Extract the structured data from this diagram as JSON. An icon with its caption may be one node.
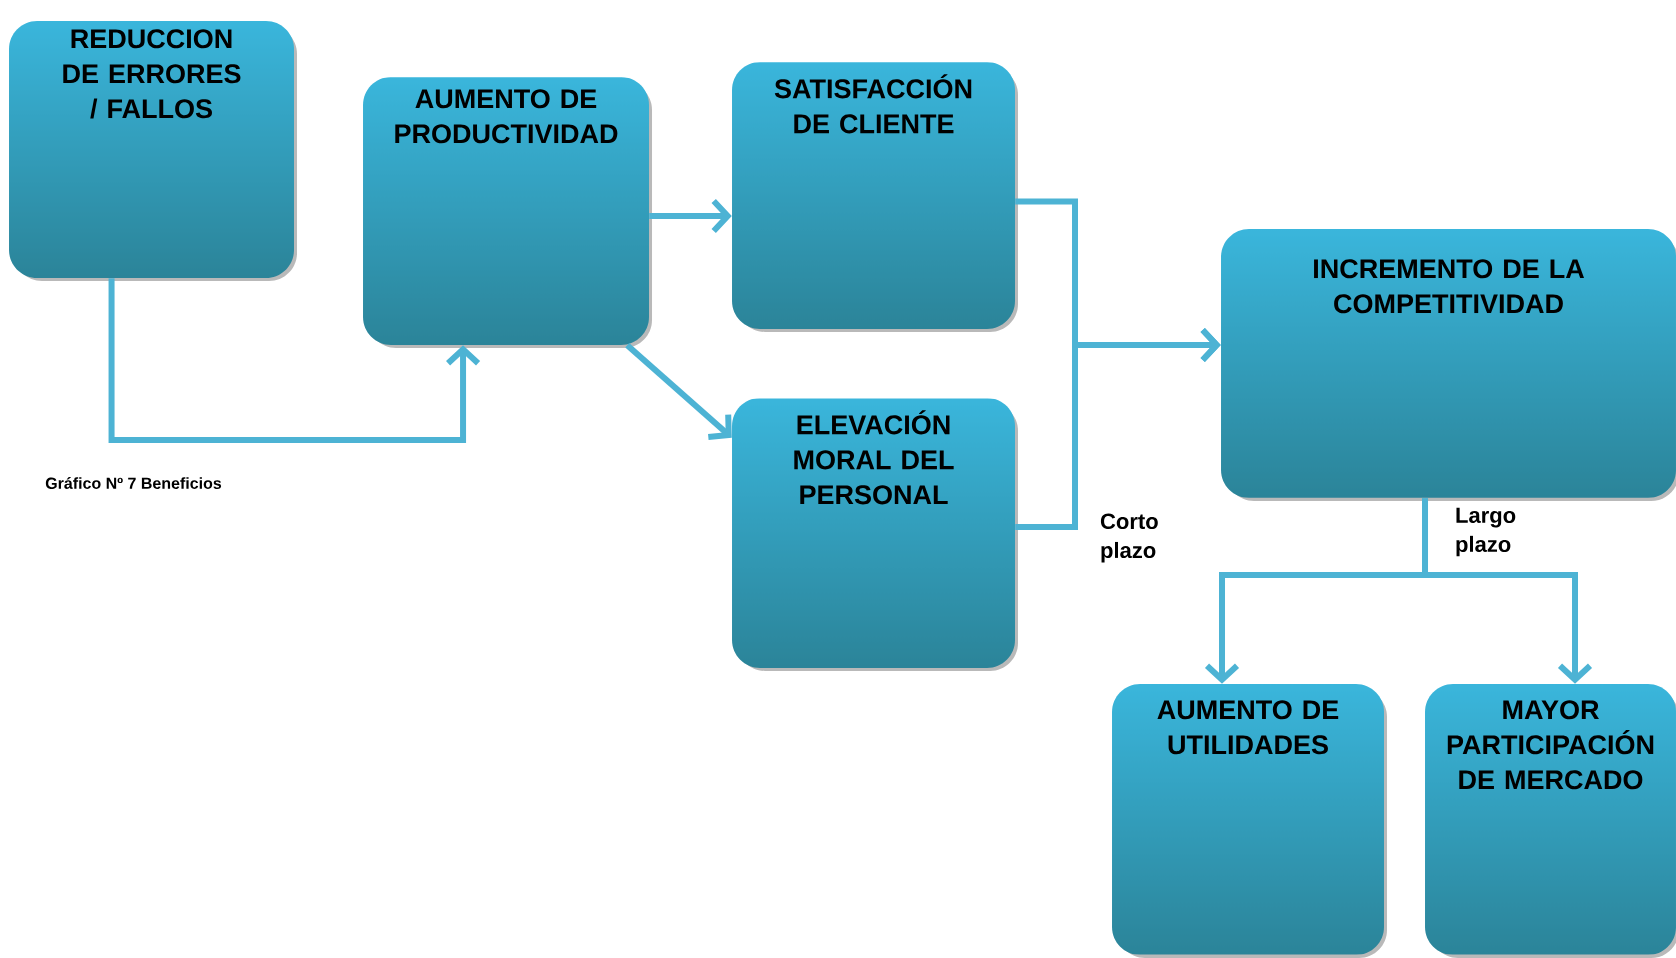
{
  "diagram": {
    "nodes": [
      {
        "text": [
          "REDUCCION DE ERRORES / FALLOS"
        ]
      },
      {
        "text": [
          "AUMENTO DE PRODUCTIVIDAD"
        ]
      },
      {
        "text": [
          "SATISFACCIÓN DE CLIENTE"
        ]
      },
      {
        "text": [
          "ELEVACIÓN MORAL DEL PERSONAL"
        ]
      },
      {
        "text": [
          "INCREMENTO DE LA COMPETITIVIDAD"
        ]
      },
      {
        "text": [
          "AUMENTO DE UTILIDADES"
        ]
      },
      {
        "text": [
          "MAYOR PARTICIPACIÓN DE MERCADO"
        ]
      }
    ],
    "edges": [
      {
        "from": 0,
        "to": 1,
        "arrow": "to"
      },
      {
        "from": 1,
        "to": 2,
        "arrow": "to"
      },
      {
        "from": 1,
        "to": 3,
        "arrow": "to"
      },
      {
        "from": 2,
        "to": 4,
        "arrow": "to"
      },
      {
        "from": 3,
        "to": 4,
        "arrow": "to"
      },
      {
        "from": 4,
        "to": 5,
        "arrow": "to",
        "label": "Corto plazo"
      },
      {
        "from": 4,
        "to": 6,
        "arrow": "to",
        "label": "Largo plazo"
      }
    ],
    "labels": [
      "Gráfico Nº 7 Beneficios"
    ]
  }
}
